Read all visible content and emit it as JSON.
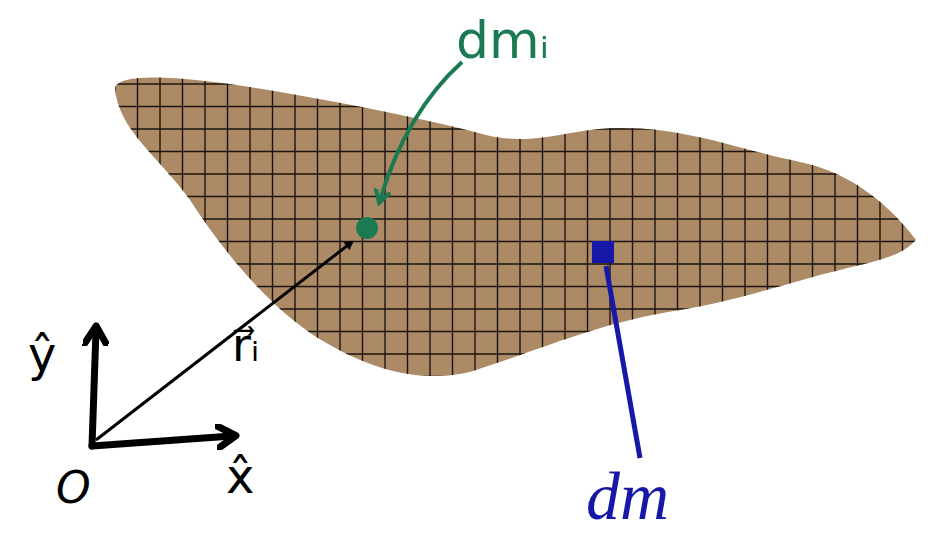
{
  "diagram": {
    "labels": [
      "dmᵢ",
      "dm",
      "ŷ",
      "x̂",
      "O",
      "r⃗ᵢ"
    ]
  }
}
